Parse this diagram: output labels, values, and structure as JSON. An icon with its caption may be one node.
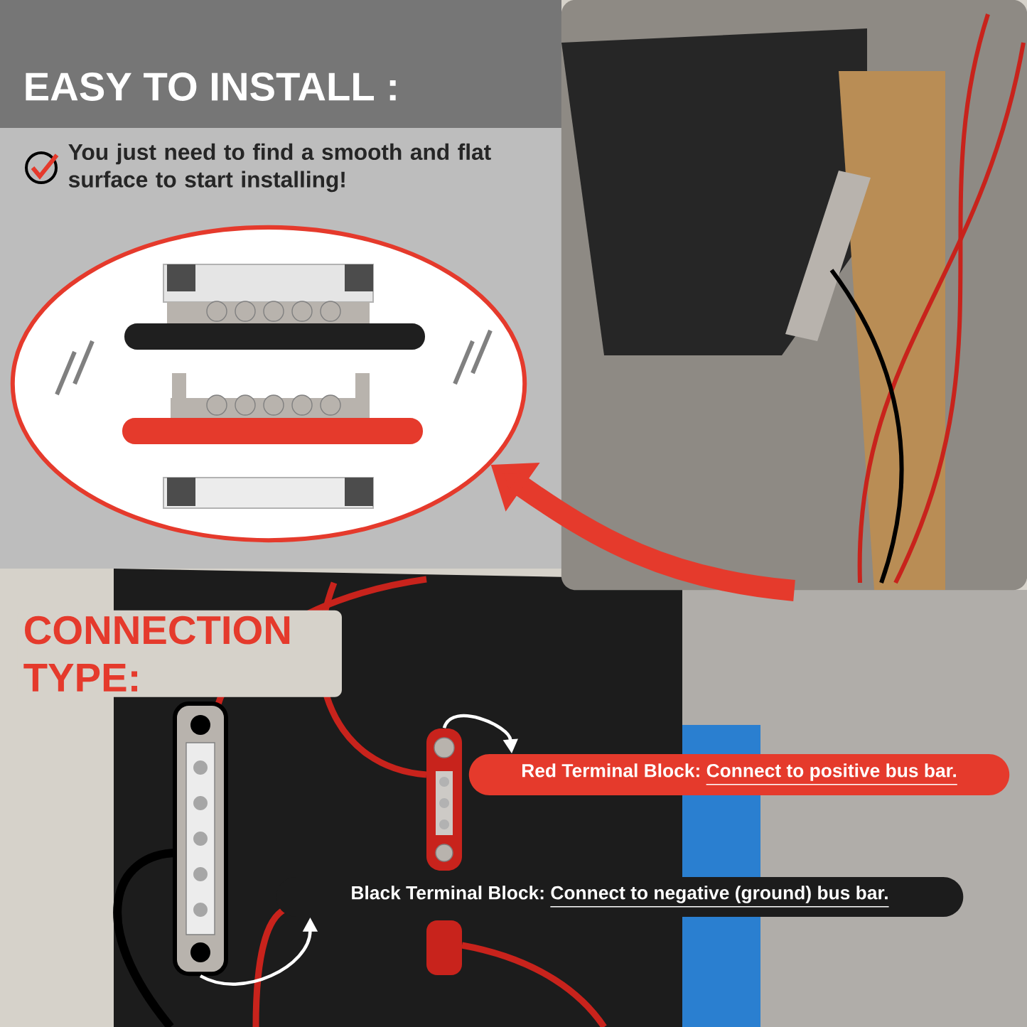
{
  "diagram": {
    "title": "EASY TO INSTALL :",
    "nodes": [
      {
        "text": [],
        "shape": "picture"
      },
      {
        "text": [],
        "shape": "picture"
      },
      {
        "text": [],
        "shape": "picture"
      },
      {
        "text": [
          "Red Terminal Block:",
          "Connect to positive bus bar."
        ]
      },
      {
        "text": [],
        "shape": "picture"
      },
      {
        "text": [
          "Black Terminal Block:",
          "Connect to negative (ground) bus bar."
        ]
      }
    ],
    "edges": [
      {
        "from": 1,
        "to": 0,
        "arrow": "to",
        "style": "thick",
        "color": "#e53a2c"
      },
      {
        "from": 2,
        "to": 3,
        "arrow": "to"
      },
      {
        "from": 4,
        "to": 5,
        "arrow": "to"
      }
    ],
    "labels": [
      "You just need to find a smooth and flat surface to start installing!",
      "CONNECTION TYPE:"
    ]
  }
}
